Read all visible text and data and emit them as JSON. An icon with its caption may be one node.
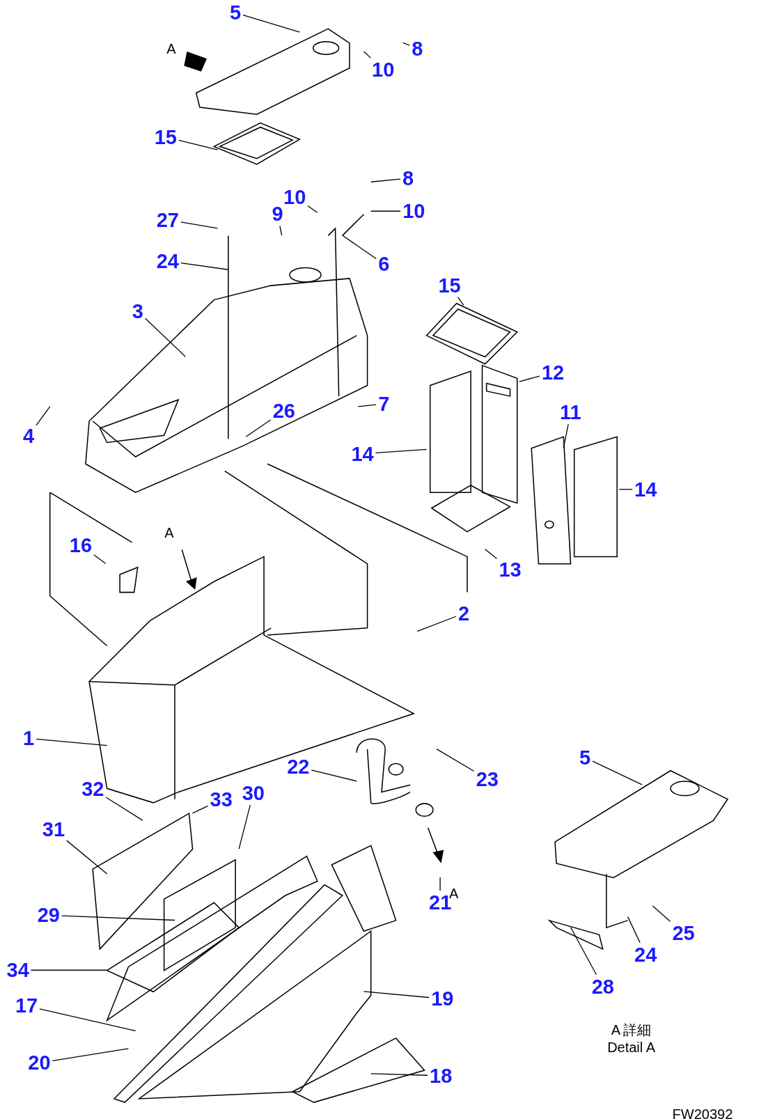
{
  "diagram": {
    "nodes": [
      {
        "text": [
          "5"
        ]
      },
      {
        "text": [
          "8"
        ]
      },
      {
        "text": [
          "10"
        ]
      },
      {
        "text": [
          "15"
        ]
      },
      {
        "text": [
          "8"
        ]
      },
      {
        "text": [
          "10"
        ]
      },
      {
        "text": [
          "10"
        ]
      },
      {
        "text": [
          "9"
        ]
      },
      {
        "text": [
          "27"
        ]
      },
      {
        "text": [
          "24"
        ]
      },
      {
        "text": [
          "6"
        ]
      },
      {
        "text": [
          "3"
        ]
      },
      {
        "text": [
          "15"
        ]
      },
      {
        "text": [
          "12"
        ]
      },
      {
        "text": [
          "7"
        ]
      },
      {
        "text": [
          "11"
        ]
      },
      {
        "text": [
          "4"
        ]
      },
      {
        "text": [
          "26"
        ]
      },
      {
        "text": [
          "14"
        ]
      },
      {
        "text": [
          "14"
        ]
      },
      {
        "text": [
          "16"
        ]
      },
      {
        "text": [
          "13"
        ]
      },
      {
        "text": [
          "2"
        ]
      },
      {
        "text": [
          "1"
        ]
      },
      {
        "text": [
          "22"
        ]
      },
      {
        "text": [
          "23"
        ]
      },
      {
        "text": [
          "5"
        ]
      },
      {
        "text": [
          "32"
        ]
      },
      {
        "text": [
          "33"
        ]
      },
      {
        "text": [
          "30"
        ]
      },
      {
        "text": [
          "31"
        ]
      },
      {
        "text": [
          "29"
        ]
      },
      {
        "text": [
          "21"
        ]
      },
      {
        "text": [
          "25"
        ]
      },
      {
        "text": [
          "24"
        ]
      },
      {
        "text": [
          "34"
        ]
      },
      {
        "text": [
          "17"
        ]
      },
      {
        "text": [
          "19"
        ]
      },
      {
        "text": [
          "28"
        ]
      },
      {
        "text": [
          "20"
        ]
      },
      {
        "text": [
          "18"
        ]
      }
    ],
    "edges": [
      {
        "from": 0,
        "to": null,
        "arrow": "none"
      },
      {
        "from": 1,
        "to": null,
        "arrow": "none"
      },
      {
        "from": 2,
        "to": null,
        "arrow": "none"
      },
      {
        "from": 3,
        "to": null,
        "arrow": "none"
      },
      {
        "from": 4,
        "to": null,
        "arrow": "none"
      },
      {
        "from": 5,
        "to": null,
        "arrow": "none"
      },
      {
        "from": 6,
        "to": null,
        "arrow": "none"
      },
      {
        "from": 7,
        "to": null,
        "arrow": "none"
      },
      {
        "from": 8,
        "to": null,
        "arrow": "none"
      },
      {
        "from": 9,
        "to": null,
        "arrow": "none"
      },
      {
        "from": 10,
        "to": null,
        "arrow": "none"
      },
      {
        "from": 11,
        "to": null,
        "arrow": "none"
      },
      {
        "from": 12,
        "to": null,
        "arrow": "none"
      },
      {
        "from": 13,
        "to": null,
        "arrow": "none"
      },
      {
        "from": 14,
        "to": null,
        "arrow": "none"
      },
      {
        "from": 15,
        "to": null,
        "arrow": "none"
      },
      {
        "from": 16,
        "to": null,
        "arrow": "none"
      },
      {
        "from": 17,
        "to": null,
        "arrow": "none"
      },
      {
        "from": 18,
        "to": null,
        "arrow": "none"
      },
      {
        "from": 19,
        "to": null,
        "arrow": "none"
      },
      {
        "from": 20,
        "to": null,
        "arrow": "none"
      },
      {
        "from": 21,
        "to": null,
        "arrow": "none"
      },
      {
        "from": 22,
        "to": null,
        "arrow": "none"
      },
      {
        "from": 23,
        "to": null,
        "arrow": "none"
      },
      {
        "from": 24,
        "to": null,
        "arrow": "none"
      },
      {
        "from": 25,
        "to": null,
        "arrow": "none"
      },
      {
        "from": 26,
        "to": null,
        "arrow": "none"
      },
      {
        "from": 27,
        "to": null,
        "arrow": "none"
      },
      {
        "from": 28,
        "to": null,
        "arrow": "none"
      },
      {
        "from": 29,
        "to": null,
        "arrow": "none"
      },
      {
        "from": 30,
        "to": null,
        "arrow": "none"
      },
      {
        "from": 31,
        "to": null,
        "arrow": "none"
      },
      {
        "from": 32,
        "to": null,
        "arrow": "none"
      },
      {
        "from": 33,
        "to": null,
        "arrow": "none"
      },
      {
        "from": 34,
        "to": null,
        "arrow": "none"
      },
      {
        "from": 35,
        "to": null,
        "arrow": "none"
      },
      {
        "from": 36,
        "to": null,
        "arrow": "none"
      },
      {
        "from": 37,
        "to": null,
        "arrow": "none"
      },
      {
        "from": 38,
        "to": null,
        "arrow": "none"
      },
      {
        "from": 39,
        "to": null,
        "arrow": "none"
      },
      {
        "from": 40,
        "to": null,
        "arrow": "none"
      }
    ],
    "labels": [
      "A",
      "A",
      "A",
      "A 詳細",
      "Detail A",
      "FW20392"
    ]
  }
}
